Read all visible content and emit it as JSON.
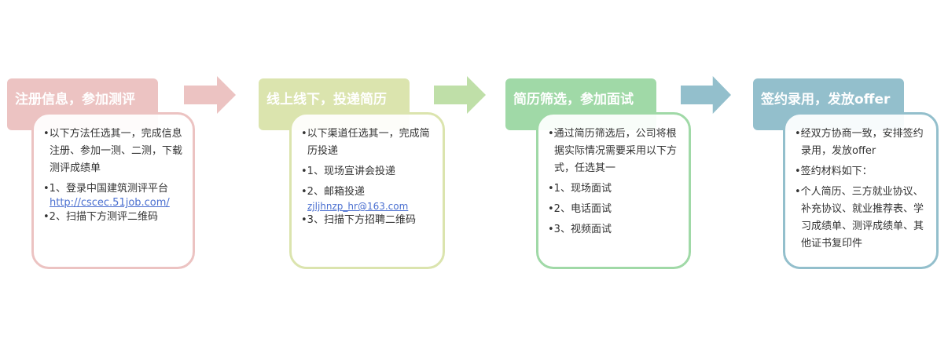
{
  "stages": [
    {
      "title": "注册信息，参加测评",
      "color": "#ecc3c2",
      "items": [
        "以下方法任选其一，完成信息注册、参加一测、二测，下载测评成绩单",
        "1、登录中国建筑测评平台",
        "2、扫描下方测评二维码"
      ],
      "link": "http://cscec.51job.com/"
    },
    {
      "title": "线上线下，投递简历",
      "color": "#dbe4ae",
      "items": [
        "以下渠道任选其一，完成简历投递",
        "1、现场宣讲会投递",
        "2、邮箱投递",
        "3、扫描下方招聘二维码"
      ],
      "link": "zjljhnzp_hr@163.com"
    },
    {
      "title": "简历筛选，参加面试",
      "color": "#a0d9a7",
      "items": [
        "通过简历筛选后，公司将根据实际情况需要采用以下方式，任选其一",
        "1、现场面试",
        "2、电话面试",
        "3、视频面试"
      ]
    },
    {
      "title": "签约录用，发放offer",
      "color": "#93bfcc",
      "items": [
        "经双方协商一致，安排签约录用，发放offer",
        "签约材料如下：",
        "个人简历、三方就业协议、补充协议、就业推荐表、学习成绩单、测评成绩单、其他证书复印件"
      ]
    }
  ]
}
